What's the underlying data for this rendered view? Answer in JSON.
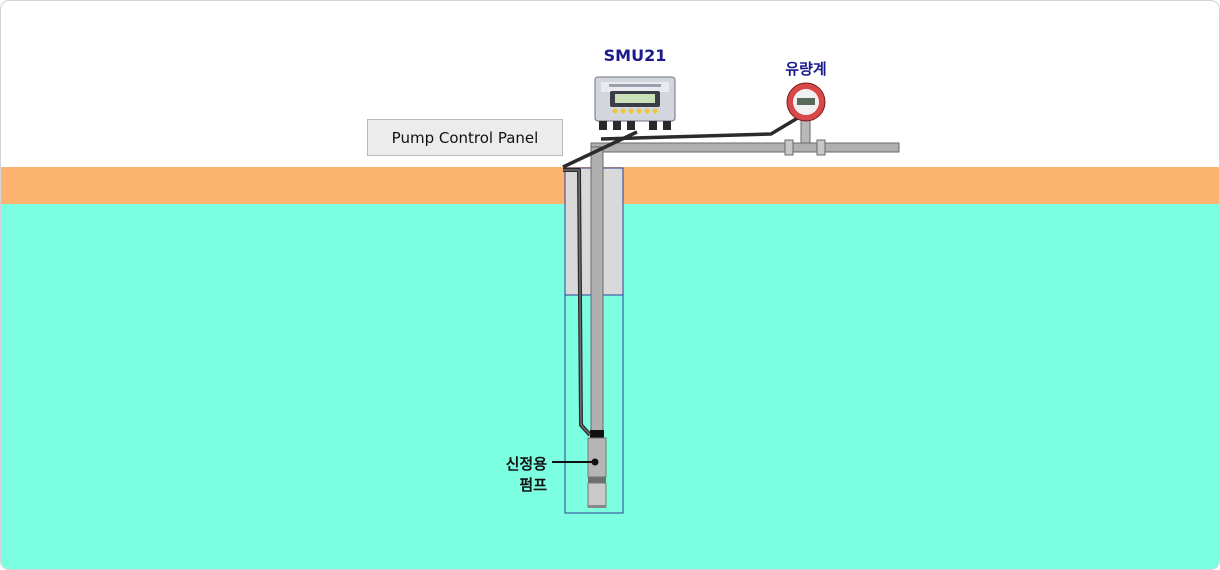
{
  "labels": {
    "controller": "SMU21",
    "flow_meter": "유량계",
    "control_panel": "Pump Control Panel",
    "pump_line1": "신정용",
    "pump_line2": "펌프"
  },
  "colors": {
    "soil": "#fdb370",
    "groundwater": "#7bffe0",
    "label_blue": "#1a1a8c",
    "cable": "#333333",
    "pipe": "#a8a8a8",
    "flow_meter_ring": "#d84848"
  },
  "icons": {
    "controller": "controller-device-icon",
    "flow_meter": "flow-meter-gauge-icon",
    "pump": "submersible-pump-icon"
  }
}
